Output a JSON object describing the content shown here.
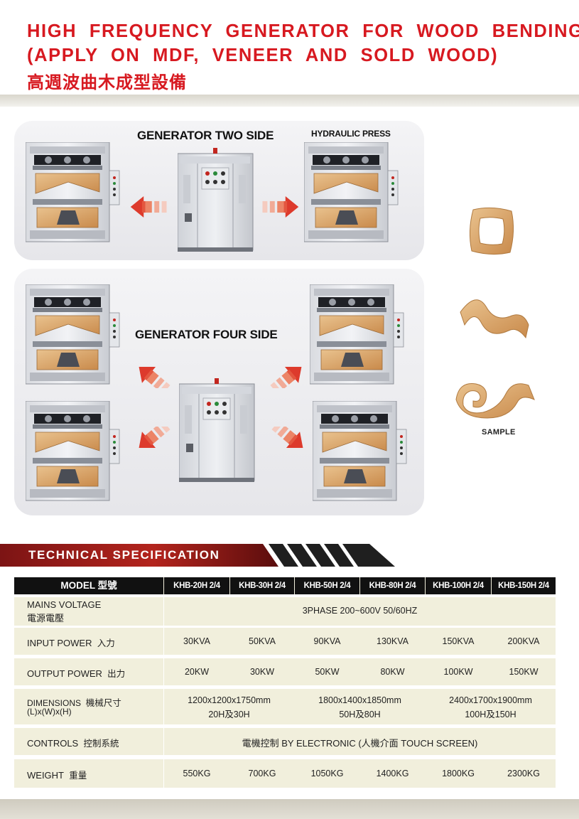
{
  "header": {
    "title_line1": "HIGH FREQUENCY GENERATOR FOR WOOD BENDING",
    "title_line2": "(APPLY ON MDF, VENEER AND SOLD WOOD)",
    "title_zh": "高週波曲木成型設備"
  },
  "diagram": {
    "two_side_label": "GENERATOR TWO SIDE",
    "press_label": "HYDRAULIC PRESS",
    "four_side_label": "GENERATOR FOUR SIDE"
  },
  "samples": {
    "label": "SAMPLE"
  },
  "spec": {
    "section_title": "TECHNICAL SPECIFICATION",
    "model_header": "MODEL 型號",
    "models": [
      "KHB-20H 2/4",
      "KHB-30H 2/4",
      "KHB-50H 2/4",
      "KHB-80H 2/4",
      "KHB-100H 2/4",
      "KHB-150H 2/4"
    ],
    "mains": {
      "label_en": "MAINS VOLTAGE",
      "label_zh": "電源電壓",
      "value": "3PHASE 200~600V 50/60HZ"
    },
    "input": {
      "label_en": "INPUT POWER",
      "label_zh": "入力",
      "values": [
        "30KVA",
        "50KVA",
        "90KVA",
        "130KVA",
        "150KVA",
        "200KVA"
      ]
    },
    "output": {
      "label_en": "OUTPUT POWER",
      "label_zh": "出力",
      "values": [
        "20KW",
        "30KW",
        "50KW",
        "80KW",
        "100KW",
        "150KW"
      ]
    },
    "dimensions": {
      "label_en": "DIMENSIONS",
      "label_zh": "機械尺寸",
      "label_sub": "(L)x(W)x(H)",
      "groups": [
        {
          "size": "1200x1200x1750mm",
          "models": "20H及30H"
        },
        {
          "size": "1800x1400x1850mm",
          "models": "50H及80H"
        },
        {
          "size": "2400x1700x1900mm",
          "models": "100H及150H"
        }
      ]
    },
    "controls": {
      "label_en": "CONTROLS",
      "label_zh": "控制系統",
      "value": "電機控制 BY ELECTRONIC (人機介面 TOUCH SCREEN)"
    },
    "weight": {
      "label_en": "WEIGHT",
      "label_zh": "重量",
      "values": [
        "550KG",
        "700KG",
        "1050KG",
        "1400KG",
        "1800KG",
        "2300KG"
      ]
    }
  },
  "colors": {
    "title_red": "#d71920",
    "table_bg": "#f1efdc",
    "header_black": "#111111",
    "wood": "#d8a86a"
  }
}
